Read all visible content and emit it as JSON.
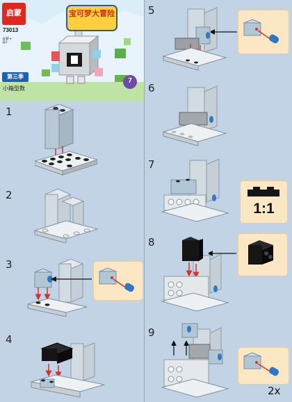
{
  "cover": {
    "brand": "启蒙",
    "set_number": "73013",
    "age_line_1": "6岁+",
    "age_line_2": "6+",
    "title": "宝可梦大冒险",
    "season_label": "第三季",
    "subtitle": "小箱型数",
    "badge_number": "7"
  },
  "steps": [
    "1",
    "2",
    "3",
    "4",
    "5",
    "6",
    "7",
    "8",
    "9"
  ],
  "ratio_label": "1:1",
  "multiplier_label": "2x",
  "colors": {
    "background": "#c2d3e5",
    "brick_white": "#e8ecef",
    "brick_gray": "#b7bcc1",
    "brick_black": "#151515",
    "brick_light_blue": "#aac3d3",
    "callout_bg": "#fbe7c4",
    "arrow_red": "#d4322c",
    "badge_purple": "#6d4aa3"
  }
}
